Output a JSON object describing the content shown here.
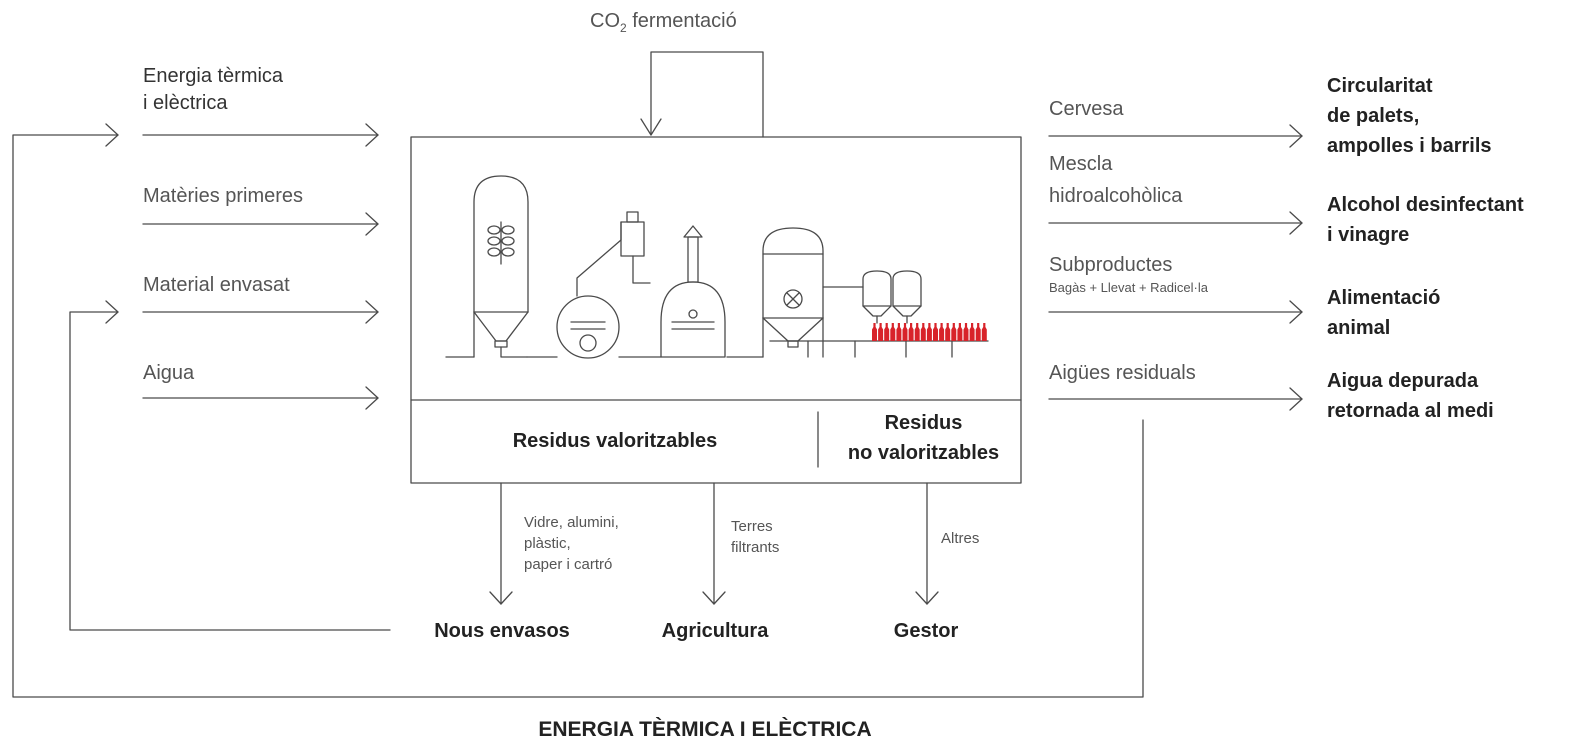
{
  "top": {
    "co2_prefix": "CO",
    "co2_sub": "2",
    "co2_rest": " fermentació"
  },
  "inputs": [
    {
      "line1": "Energia tèrmica",
      "line2": "i elèctrica"
    },
    {
      "line1": "Matèries primeres"
    },
    {
      "line1": "Material envasat"
    },
    {
      "line1": "Aigua"
    }
  ],
  "products": [
    {
      "line1": "Cervesa"
    },
    {
      "line1": "Mescla",
      "line2": "hidroalcohòlica"
    },
    {
      "line1": "Subproductes",
      "detail": "Bagàs + Llevat + Radicel·la"
    },
    {
      "line1": "Aigües residuals"
    }
  ],
  "outcomes": [
    {
      "lines": [
        "Circularitat",
        "de palets,",
        "ampolles i barrils"
      ]
    },
    {
      "lines": [
        "Alcohol desinfectant",
        "i vinagre"
      ]
    },
    {
      "lines": [
        "Alimentació",
        "animal"
      ]
    },
    {
      "lines": [
        "Aigua depurada",
        "retornada al medi"
      ]
    }
  ],
  "residues": {
    "valoritzables": "Residus valoritzables",
    "no_valoritzables_1": "Residus",
    "no_valoritzables_2": "no valoritzables"
  },
  "waste_streams": [
    {
      "lines": [
        "Vidre, alumini,",
        "plàstic,",
        "paper i cartró"
      ],
      "destination": "Nous envasos"
    },
    {
      "lines": [
        "Terres",
        "filtrants"
      ],
      "destination": "Agricultura"
    },
    {
      "lines": [
        "Altres"
      ],
      "destination": "Gestor"
    }
  ],
  "footer": {
    "title": "ENERGIA TÈRMICA I ELÈCTRICA"
  },
  "colors": {
    "line": "#4a4a4a",
    "bottles": "#d8232a",
    "text": "#222222"
  },
  "icons": [
    "grain-silo-icon",
    "mash-tun-icon",
    "boiler-icon",
    "fermentation-tank-icon",
    "bright-tanks-icon",
    "bottles-icon"
  ]
}
